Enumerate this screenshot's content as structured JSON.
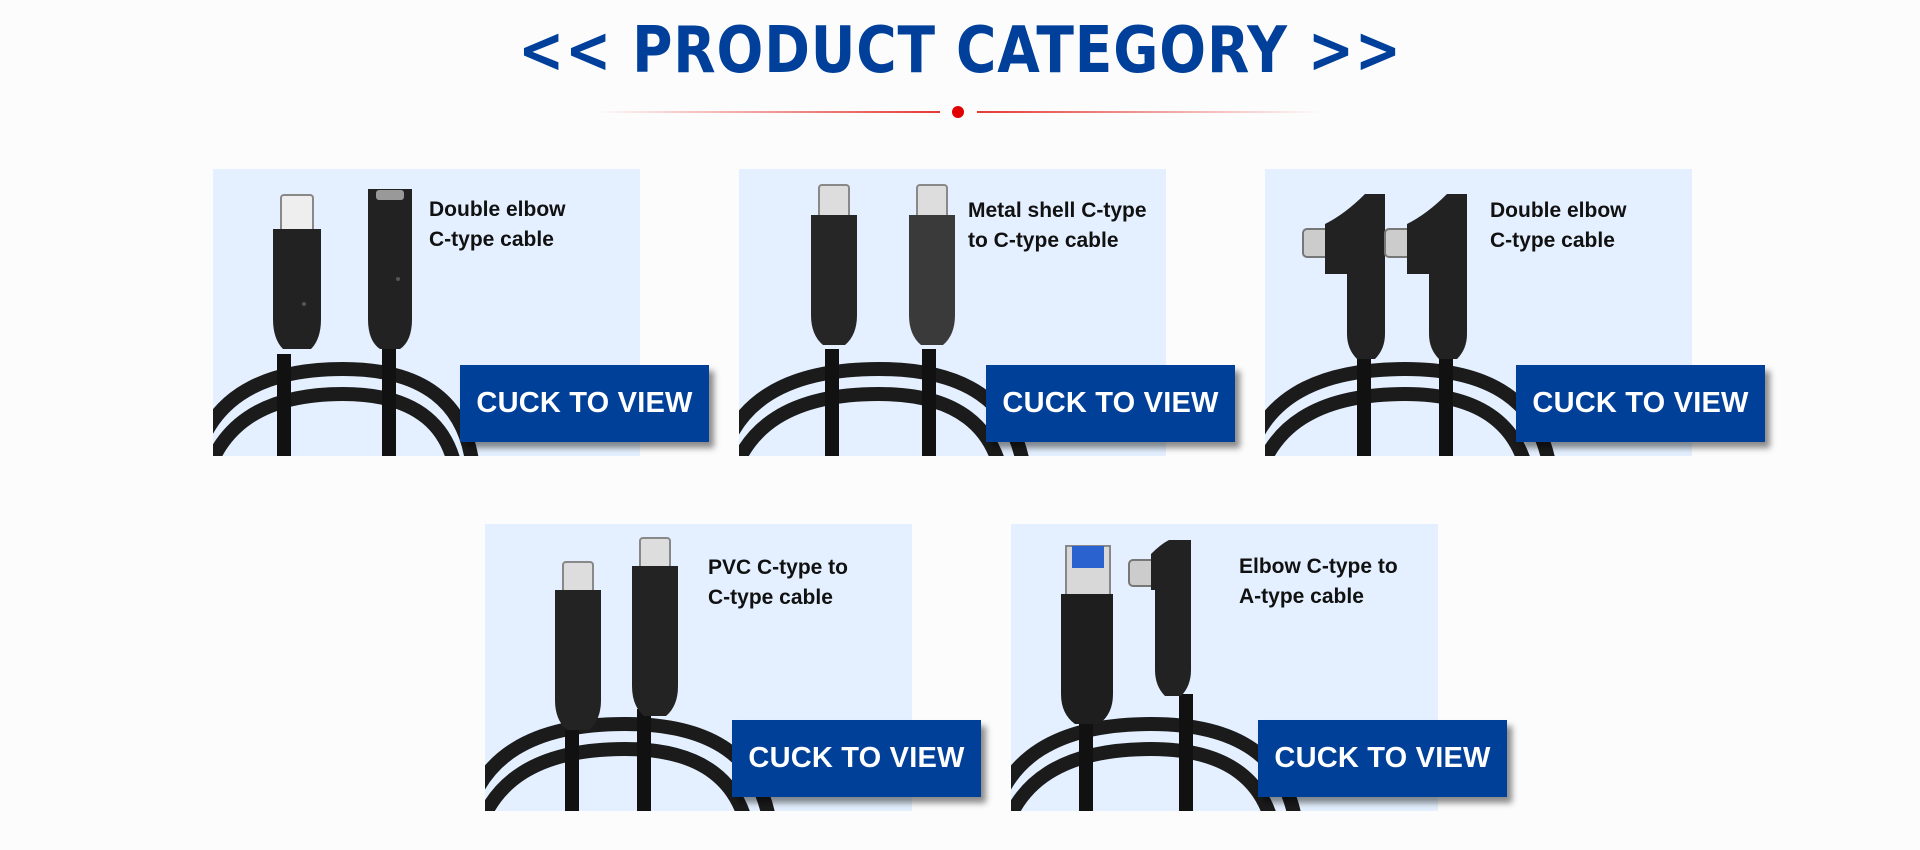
{
  "header": {
    "title": "<< PRODUCT CATEGORY >>"
  },
  "colors": {
    "title": "#003f9a",
    "accent_red": "#e00000",
    "card_bg": "#e4f0ff",
    "button_bg": "#004099"
  },
  "products": [
    {
      "line1": "Double elbow",
      "line2": "C-type cable",
      "button": "CUCK TO VIEW"
    },
    {
      "line1": "Metal shell C-type",
      "line2": "to C-type cable",
      "button": "CUCK TO VIEW"
    },
    {
      "line1": "Double elbow",
      "line2": "C-type cable",
      "button": "CUCK TO VIEW"
    },
    {
      "line1": "PVC C-type to",
      "line2": "C-type cable",
      "button": "CUCK TO VIEW"
    },
    {
      "line1": "Elbow C-type to",
      "line2": "A-type cable",
      "button": "CUCK TO VIEW"
    }
  ]
}
